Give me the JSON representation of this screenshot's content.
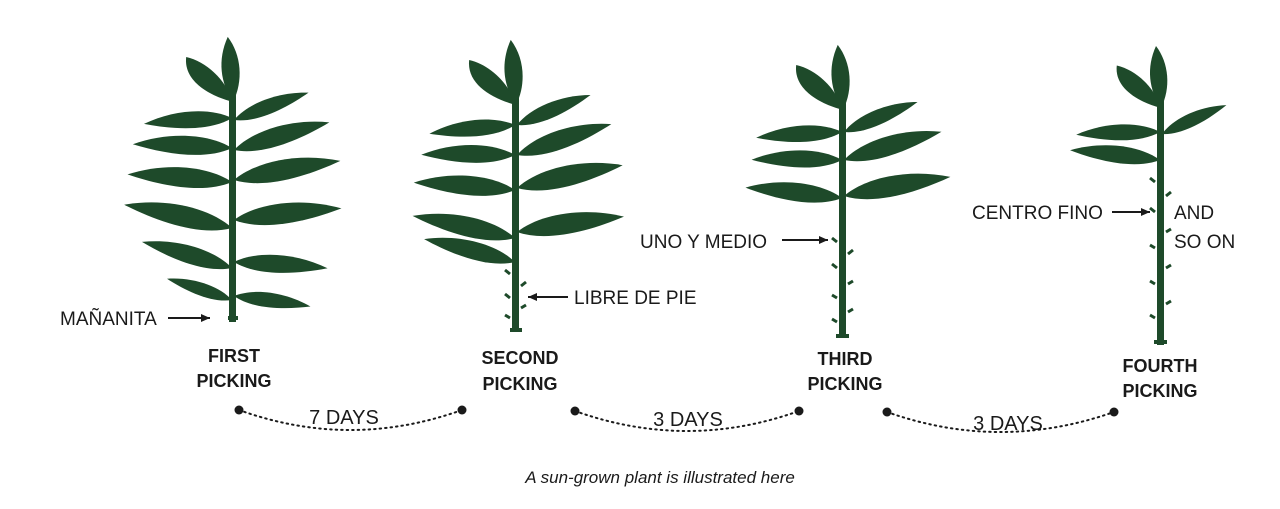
{
  "colors": {
    "leaf": "#1e4a2a",
    "ink": "#1a1a1a"
  },
  "plants": [
    {
      "title": [
        "FIRST",
        "PICKING"
      ],
      "label": "MAÑANITA"
    },
    {
      "title": [
        "SECOND",
        "PICKING"
      ],
      "label": "LIBRE DE PIE"
    },
    {
      "title": [
        "THIRD",
        "PICKING"
      ],
      "label": "UNO Y MEDIO"
    },
    {
      "title": [
        "FOURTH",
        "PICKING"
      ],
      "label": "CENTRO FINO",
      "extra": [
        "AND",
        "SO ON"
      ]
    }
  ],
  "intervals": [
    "7 DAYS",
    "3 DAYS",
    "3 DAYS"
  ],
  "caption": "A sun-grown plant is illustrated here"
}
